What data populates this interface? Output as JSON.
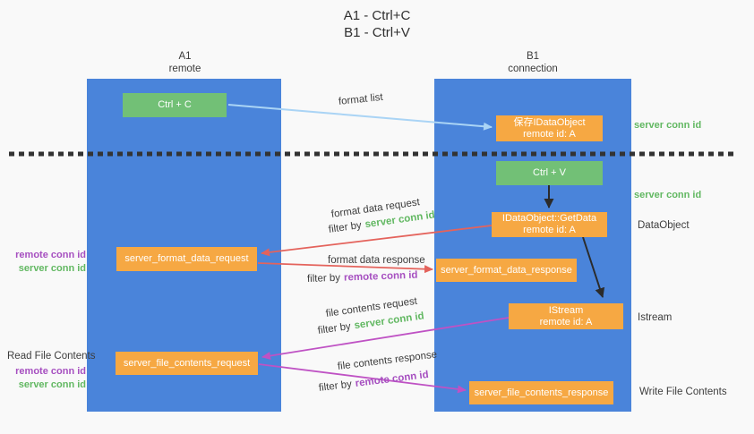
{
  "title": {
    "line1": "A1 - Ctrl+C",
    "line2": "B1 - Ctrl+V"
  },
  "lanes": {
    "a": {
      "header_line1": "A1",
      "header_line2": "remote"
    },
    "b": {
      "header_line1": "B1",
      "header_line2": "connection"
    }
  },
  "boxes": {
    "ctrl_c": "Ctrl + C",
    "ctrl_v": "Ctrl + V",
    "save_dataobject": {
      "line1": "保存IDataObject",
      "line2": "remote id: A"
    },
    "getdata": {
      "line1": "IDataObject::GetData",
      "line2": "remote id: A"
    },
    "istream": {
      "line1": "IStream",
      "line2": "remote id: A"
    },
    "format_request": "server_format_data_request",
    "format_response": "server_format_data_response",
    "file_request": "server_file_contents_request",
    "file_response": "server_file_contents_response"
  },
  "flow_labels": {
    "format_list": "format list",
    "format_data_request": "format data request",
    "format_data_response": "format data response",
    "file_contents_request": "file contents request",
    "file_contents_response": "file contents response",
    "filter_by": "filter by",
    "server_conn_id": "server conn id",
    "remote_conn_id": "remote conn id"
  },
  "side_labels": {
    "left": {
      "remote_conn_id": "remote conn id",
      "server_conn_id": "server conn id",
      "read_file_contents": "Read File Contents"
    },
    "right": {
      "server_conn_id_top": "server conn id",
      "server_conn_id_mid": "server conn id",
      "dataobject": "DataObject",
      "istream": "Istream",
      "write_file_contents": "Write File Contents"
    }
  },
  "colors": {
    "lane_blue": "#4a84da",
    "box_orange": "#f6a843",
    "box_green": "#72c076",
    "text_green": "#62b862",
    "text_purple": "#a64fc0",
    "arrow_red": "#e4635c",
    "arrow_purple": "#bf52c4",
    "arrow_blue": "#aad4f5",
    "arrow_black": "#2b2b2b"
  }
}
